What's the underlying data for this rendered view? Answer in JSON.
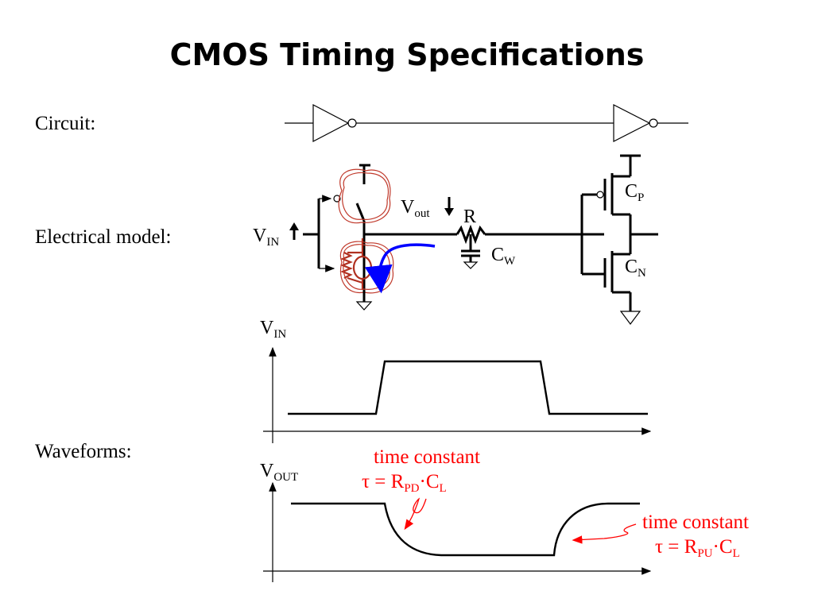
{
  "slide": {
    "title": "CMOS Timing Specifications",
    "row_labels": {
      "circuit": "Circuit:",
      "electrical_model": "Electrical model:",
      "waveforms": "Waveforms:"
    }
  },
  "model": {
    "vin": {
      "main": "V",
      "sub": "IN"
    },
    "vout": {
      "main": "V",
      "sub": "out"
    },
    "r": "R",
    "cw": {
      "main": "C",
      "sub": "W"
    },
    "cp": {
      "main": "C",
      "sub": "P"
    },
    "cn": {
      "main": "C",
      "sub": "N"
    }
  },
  "waveforms": {
    "vin_axis": {
      "main": "V",
      "sub": "IN"
    },
    "vout_axis": {
      "main": "V",
      "sub": "OUT"
    }
  },
  "annotations": {
    "fall": {
      "line1": "time constant",
      "tau": "τ  = R",
      "r_sub": "PD",
      "dot": "·C",
      "c_sub": "L"
    },
    "rise": {
      "line1": "time constant",
      "tau": "τ  = R",
      "r_sub": "PU",
      "dot": "·C",
      "c_sub": "L"
    }
  },
  "colors": {
    "annotation": "#ff0000",
    "current_arrow": "#0000ff",
    "sketch": "#c0392b"
  }
}
